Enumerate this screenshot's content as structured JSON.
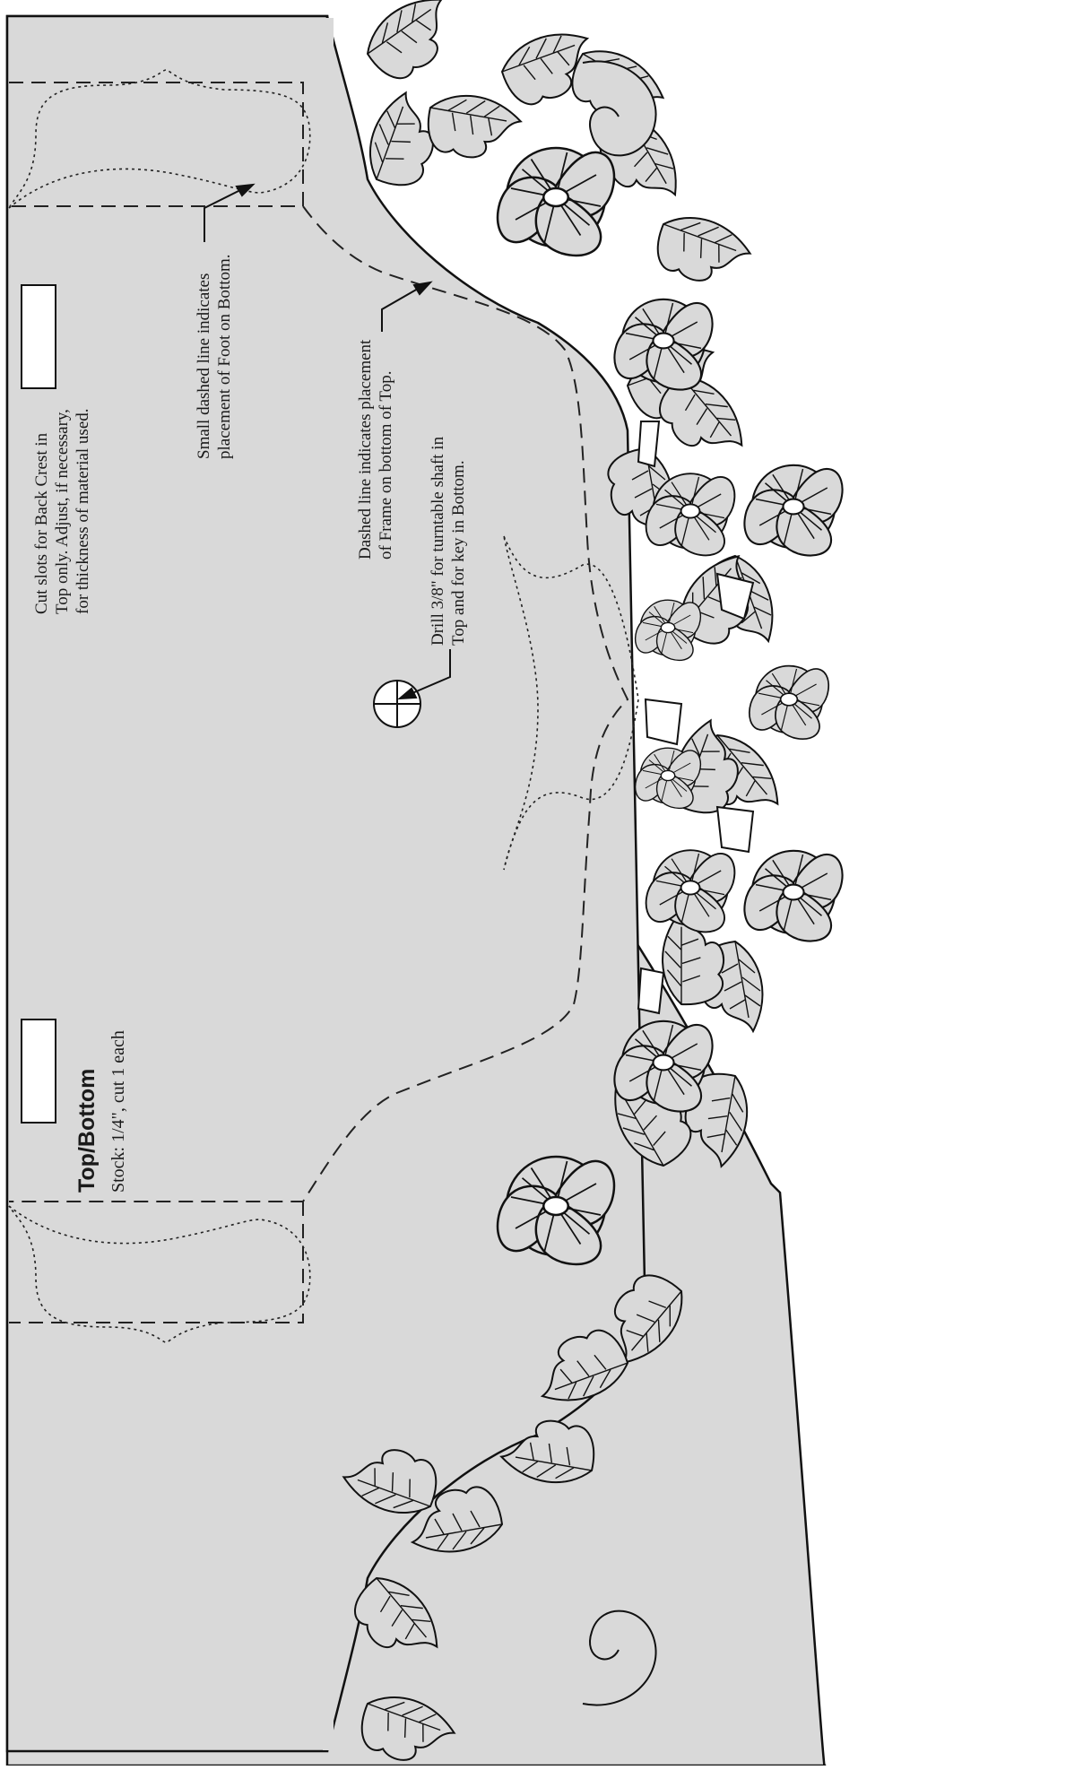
{
  "title": "Top/Bottom",
  "stock": "Stock: 1/4\", cut 1 each",
  "notes": {
    "slots": [
      "Cut slots for Back Crest in",
      "Top only. Adjust, if necessary,",
      "for thickness of material used."
    ],
    "foot": [
      "Small dashed line indicates",
      "placement of Foot on Bottom."
    ],
    "frame": [
      "Dashed line indicates placement",
      "of Frame on bottom of Top."
    ],
    "drill": [
      "Drill 3/8\" for turntable shaft in",
      "Top and for key in Bottom."
    ]
  },
  "colors": {
    "board": "#d9d9d9",
    "line": "#111111",
    "background": "#ffffff"
  }
}
